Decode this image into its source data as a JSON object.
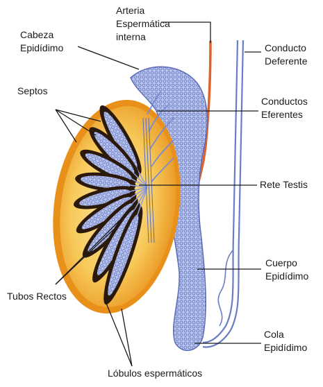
{
  "labels": {
    "arteria": "Arteria\nEspermática\ninterna",
    "cabeza": "Cabeza\nEpidídimo",
    "conducto_deferente": "Conducto\nDeferente",
    "septos": "Septos",
    "conductos_eferentes": "Conductos\nEferentes",
    "rete_testis": "Rete Testis",
    "cuerpo": "Cuerpo\nEpidídimo",
    "tubos_rectos": "Tubos Rectos",
    "cola": "Cola\nEpidídimo",
    "lobulos": "Lóbulos espermáticos"
  },
  "colors": {
    "testis_outer": "#f0a21c",
    "testis_inner": "#f7c95a",
    "lobule_dark": "#2b1a0c",
    "tubule_blue": "#8f9fd9",
    "tubule_line": "#5a6bb8",
    "artery": "#e0622a",
    "leader_line": "#1a1a1a"
  }
}
